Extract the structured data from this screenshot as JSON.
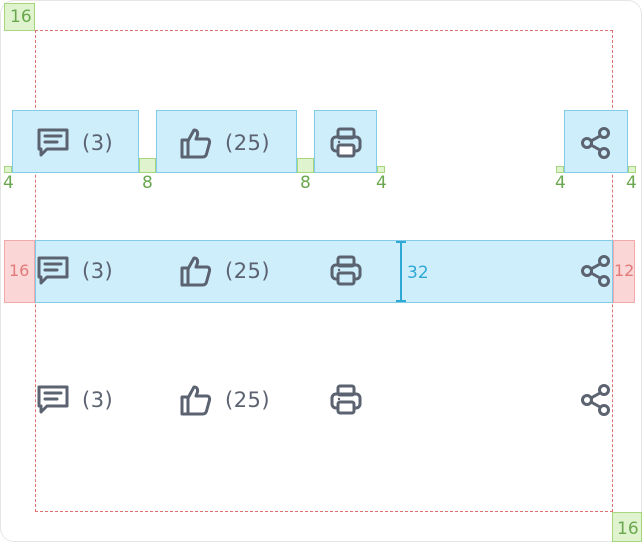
{
  "corner_labels": {
    "top_left": "16",
    "bottom_right": "16"
  },
  "actions": [
    {
      "name": "comment",
      "icon": "comment-icon",
      "count": "(3)"
    },
    {
      "name": "like",
      "icon": "thumbs-up-icon",
      "count": "(25)"
    },
    {
      "name": "print",
      "icon": "printer-icon",
      "count": ""
    },
    {
      "name": "share",
      "icon": "share-icon",
      "count": ""
    }
  ],
  "row1_spacing_labels": [
    "4",
    "8",
    "8",
    "4",
    "4",
    "4"
  ],
  "row2_labels": {
    "left_padding": "16",
    "right_padding": "12",
    "gap": "32"
  },
  "colors": {
    "dashed_guide": "#e07070",
    "chip_fill": "#cfeefb",
    "chip_border": "#82cce8",
    "spacer_green": "#a6d77e",
    "padding_red": "#f2a9a9",
    "icon": "#5b6270",
    "measure_cyan": "#2fa8d6"
  }
}
